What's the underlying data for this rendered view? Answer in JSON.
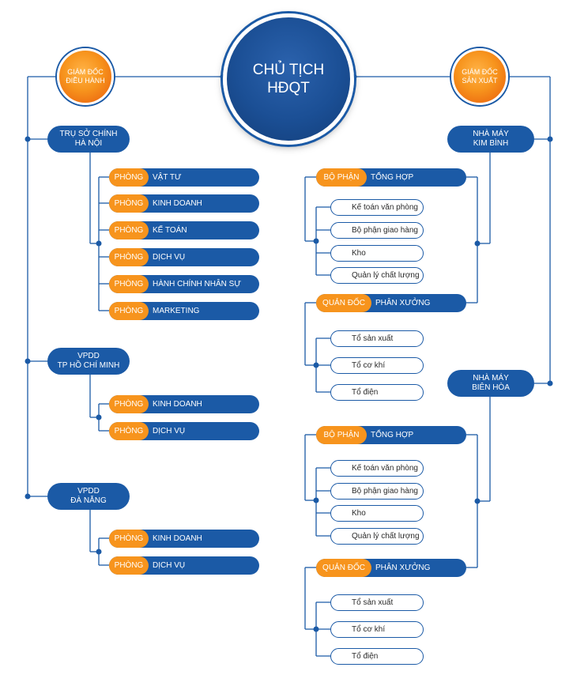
{
  "chairman": {
    "line1": "CHỦ TỊCH",
    "line2": "HĐQT"
  },
  "ceo": {
    "line1": "GIÁM ĐỐC",
    "line2": "ĐIỀU HÀNH"
  },
  "production_director": {
    "line1": "GIÁM ĐỐC",
    "line2": "SẢN XUẤT"
  },
  "hq": {
    "line1": "TRỤ SỞ CHÍNH",
    "line2": "HÀ NỘI"
  },
  "hcm": {
    "line1": "VPDD",
    "line2": "TP HỒ CHÍ MINH"
  },
  "danang": {
    "line1": "VPDD",
    "line2": "ĐÀ NẴNG"
  },
  "dept_prefix": "PHÒNG",
  "hq_departments": [
    "VẬT TƯ",
    "KINH DOANH",
    "KẾ TOÁN",
    "DỊCH VỤ",
    "HÀNH CHÍNH NHÂN SỰ",
    "MARKETING"
  ],
  "hcm_departments": [
    "KINH DOANH",
    "DỊCH VỤ"
  ],
  "danang_departments": [
    "KINH DOANH",
    "DỊCH VỤ"
  ],
  "factory_kimbinh": {
    "line1": "NHÀ MÁY",
    "line2": "KIM BÌNH"
  },
  "factory_bienhoa": {
    "line1": "NHÀ MÁY",
    "line2": "BIÊN HÒA"
  },
  "general_division": {
    "prefix": "BỘ PHẬN",
    "name": "TỔNG HỢP"
  },
  "workshop_division": {
    "prefix": "QUẢN ĐỐC",
    "name": "PHÂN XƯỞNG"
  },
  "general_units": [
    "Kế toán văn phòng",
    "Bộ phận giao hàng",
    "Kho",
    "Quản lý chất lượng"
  ],
  "workshop_units": [
    "Tổ sản xuất",
    "Tổ cơ khí",
    "Tổ điện"
  ],
  "colors": {
    "blue": "#1b5aa6",
    "orange": "#f7941d",
    "line": "#1b5aa6"
  }
}
